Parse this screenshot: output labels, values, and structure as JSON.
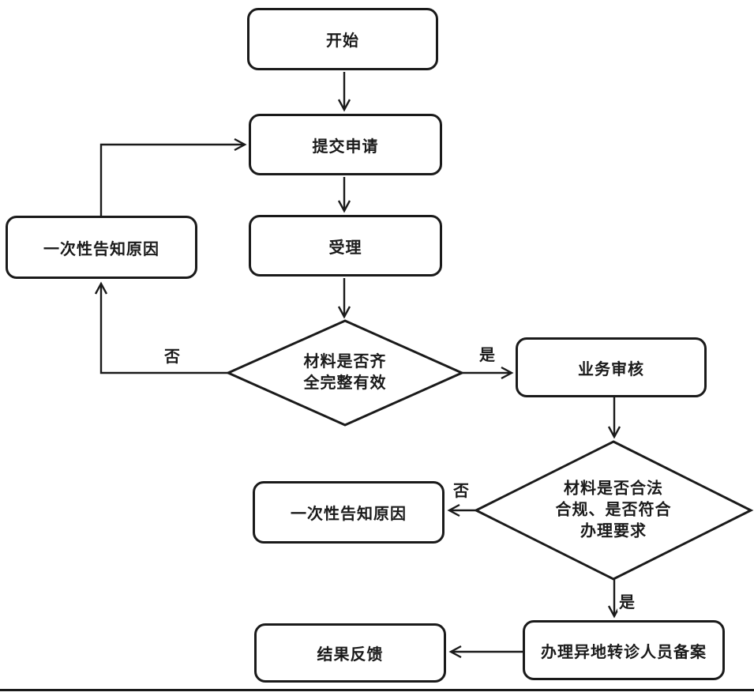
{
  "diagram": {
    "type": "flowchart",
    "language": "zh-CN",
    "colors": {
      "stroke": "#1a1a1a",
      "node_fill": "#ffffff",
      "text": "#1a1a1a",
      "background": "#ffffff"
    },
    "nodes": {
      "start": {
        "label": "开始",
        "shape": "rounded-rect"
      },
      "submit": {
        "label": "提交申请",
        "shape": "rounded-rect"
      },
      "accept": {
        "label": "受理",
        "shape": "rounded-rect"
      },
      "check_complete": {
        "label": "材料是否齐全完整有效",
        "shape": "diamond",
        "lines": [
          "材料是否齐",
          "全完整有效"
        ]
      },
      "notify_reason_1": {
        "label": "一次性告知原因",
        "shape": "rounded-rect"
      },
      "business_review": {
        "label": "业务审核",
        "shape": "rounded-rect"
      },
      "check_compliant": {
        "label": "材料是否合法合规、是否符合办理要求",
        "shape": "diamond",
        "lines": [
          "材料是否合法",
          "合规、是否符合",
          "办理要求"
        ]
      },
      "notify_reason_2": {
        "label": "一次性告知原因",
        "shape": "rounded-rect"
      },
      "filing": {
        "label": "办理异地转诊人员备案",
        "shape": "rounded-rect"
      },
      "feedback": {
        "label": "结果反馈",
        "shape": "rounded-rect"
      }
    },
    "edge_labels": {
      "complete_no": "否",
      "complete_yes": "是",
      "compliant_no": "否",
      "compliant_yes": "是"
    },
    "edges": [
      {
        "from": "start",
        "to": "submit"
      },
      {
        "from": "submit",
        "to": "accept"
      },
      {
        "from": "accept",
        "to": "check_complete"
      },
      {
        "from": "check_complete",
        "to": "business_review",
        "label": "是"
      },
      {
        "from": "check_complete",
        "to": "notify_reason_1",
        "label": "否"
      },
      {
        "from": "notify_reason_1",
        "to": "submit"
      },
      {
        "from": "business_review",
        "to": "check_compliant"
      },
      {
        "from": "check_compliant",
        "to": "notify_reason_2",
        "label": "否"
      },
      {
        "from": "check_compliant",
        "to": "filing",
        "label": "是"
      },
      {
        "from": "filing",
        "to": "feedback"
      }
    ]
  }
}
